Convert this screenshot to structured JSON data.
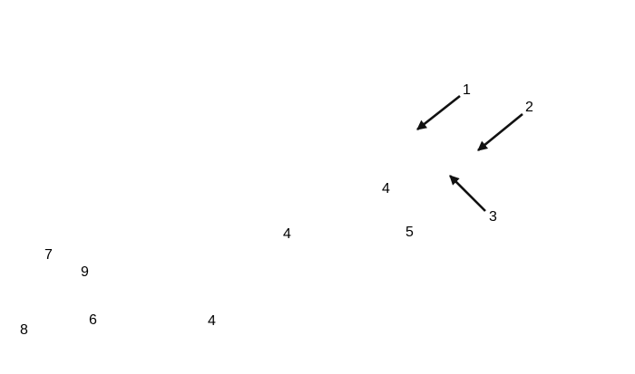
{
  "arrow_labels": [
    "1",
    "2",
    "3"
  ],
  "digits": [
    "4",
    "5",
    "4",
    "7",
    "9",
    "6",
    "8",
    "4"
  ]
}
